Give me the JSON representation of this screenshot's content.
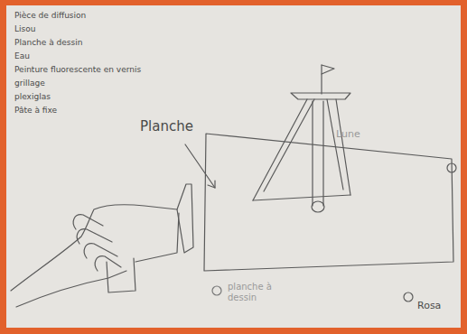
{
  "diagram": {
    "labels": [
      "Pièce de diffusion",
      "Lisou",
      "Planche à dessin",
      "Eau",
      "Peinture fluorescente en vernis",
      "grillage",
      "plexiglas",
      "Pâte à fixe",
      "Planche",
      "Lune",
      "planche à dessin",
      "Rosa"
    ]
  }
}
